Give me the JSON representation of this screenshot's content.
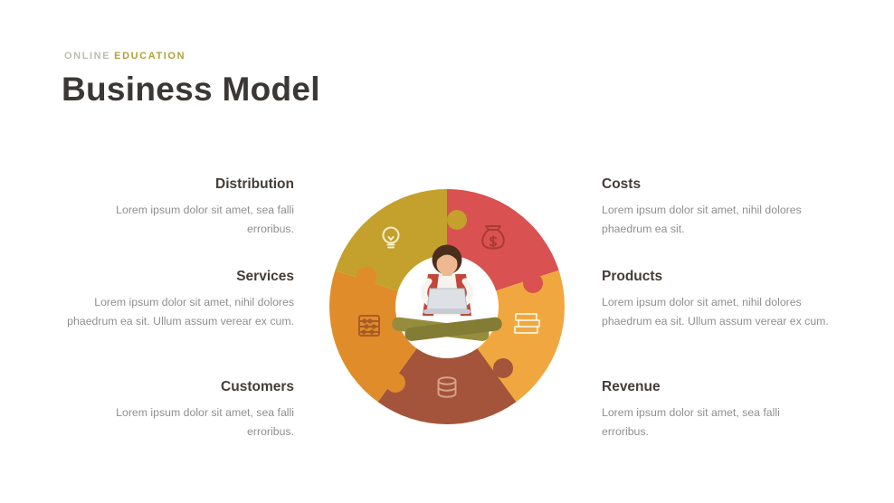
{
  "slide": {
    "eyebrow_light": "ONLINE",
    "eyebrow_accent": "EDUCATION",
    "title": "Business Model"
  },
  "sections": {
    "left": [
      {
        "heading": "Distribution",
        "body": "Lorem ipsum dolor sit amet, sea falli erroribus."
      },
      {
        "heading": "Services",
        "body": "Lorem ipsum dolor sit amet, nihil dolores phaedrum ea sit. Ullum assum verear ex cum."
      },
      {
        "heading": "Customers",
        "body": "Lorem ipsum dolor sit amet, sea falli erroribus."
      }
    ],
    "right": [
      {
        "heading": "Costs",
        "body": "Lorem ipsum dolor sit amet, nihil dolores phaedrum ea sit."
      },
      {
        "heading": "Products",
        "body": "Lorem ipsum dolor sit amet, nihil dolores phaedrum ea sit. Ullum assum verear ex cum."
      },
      {
        "heading": "Revenue",
        "body": "Lorem ipsum dolor sit amet, sea falli erroribus."
      }
    ]
  },
  "diagram": {
    "type": "puzzle-pie",
    "center_figure": "person-with-laptop",
    "segments": [
      {
        "name": "idea",
        "position": "top-left",
        "color": "#c3a12c",
        "icon": "lightbulb-icon",
        "icon_stroke": "#f6eccd"
      },
      {
        "name": "costs",
        "position": "top-right",
        "color": "#d95150",
        "icon": "money-bag-icon",
        "icon_stroke": "#a93c34"
      },
      {
        "name": "products",
        "position": "right",
        "color": "#f1a73f",
        "icon": "books-icon",
        "icon_stroke": "#fbeccb"
      },
      {
        "name": "revenue",
        "position": "bottom",
        "color": "#a3543a",
        "icon": "coins-icon",
        "icon_stroke": "#d6a288"
      },
      {
        "name": "services",
        "position": "left",
        "color": "#e08c2b",
        "icon": "abacus-icon",
        "icon_stroke": "#a85d26"
      }
    ]
  },
  "colors": {
    "background": "#ffffff",
    "eyebrow_light": "#bcbcb1",
    "eyebrow_accent": "#b2a23c",
    "title": "#3b3734",
    "section_heading": "#453d38",
    "section_body": "#8f8f8f"
  }
}
